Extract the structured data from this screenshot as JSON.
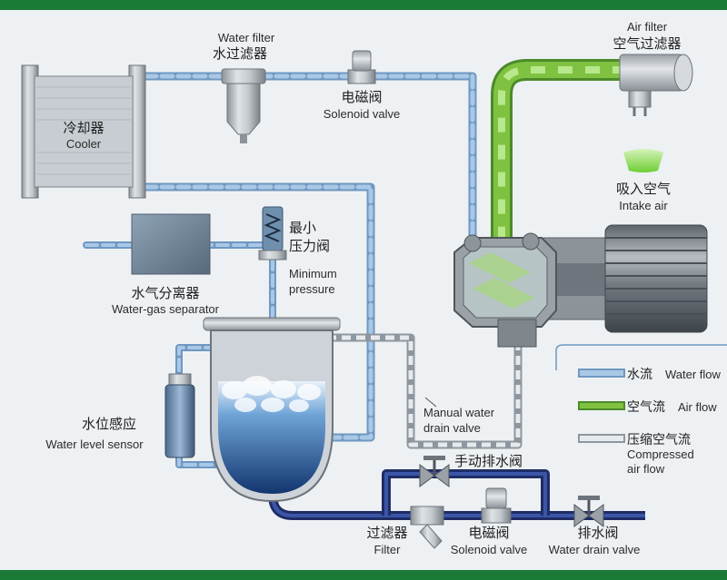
{
  "labels": {
    "water_filter_en": "Water filter",
    "water_filter_zh": "水过滤器",
    "solenoid_top_zh": "电磁阀",
    "solenoid_top_en": "Solenoid valve",
    "air_filter_en": "Air filter",
    "air_filter_zh": "空气过滤器",
    "cooler_zh": "冷却器",
    "cooler_en": "Cooler",
    "intake_zh": "吸入空气",
    "intake_en": "Intake air",
    "min_pressure_zh1": "最小",
    "min_pressure_zh2": "压力阀",
    "min_pressure_en1": "Minimum",
    "min_pressure_en2": "pressure",
    "separator_zh": "水气分离器",
    "separator_en": "Water-gas separator",
    "level_sensor_zh": "水位感应",
    "level_sensor_en": "Water level sensor",
    "manual_drain_en1": "Manual water",
    "manual_drain_en2": "drain valve",
    "manual_valve_zh": "手动排水阀",
    "filter_bottom_zh": "过滤器",
    "filter_bottom_en": "Filter",
    "solenoid_bottom_zh": "电磁阀",
    "solenoid_bottom_en": "Solenoid valve",
    "drain_valve_zh": "排水阀",
    "drain_valve_en": "Water drain valve"
  },
  "legend": {
    "water_zh": "水流",
    "water_en": "Water flow",
    "air_zh": "空气流",
    "air_en": "Air flow",
    "compressed_zh": "压缩空气流",
    "compressed_en1": "Compressed",
    "compressed_en2": "air flow"
  },
  "colors": {
    "frame_green": "#1b7a36",
    "water": "#8fb6da",
    "air": "#7fc241",
    "compressed": "#c9d1d8",
    "drain": "#2a3a7a"
  }
}
